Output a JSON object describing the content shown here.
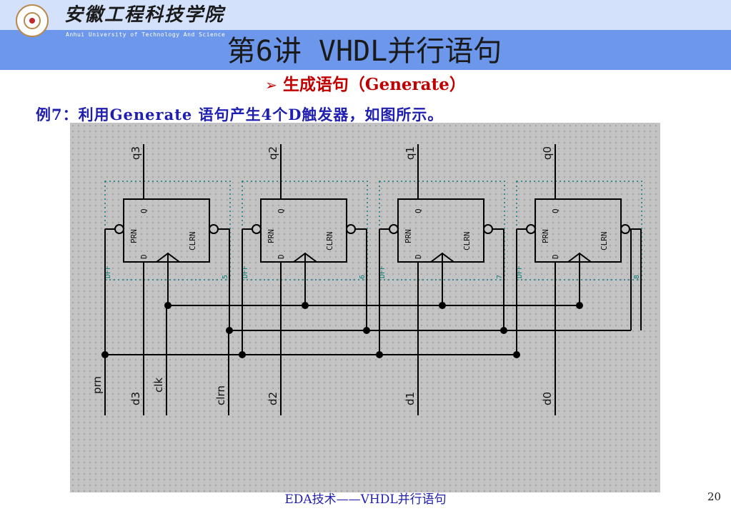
{
  "header": {
    "university_name": "安徽工程科技学院",
    "university_name_en": "Anhui University of Technology And Science",
    "slide_title": "第6讲   VHDL并行语句"
  },
  "subtitle": {
    "bullet": "➢",
    "text": "生成语句（Generate）"
  },
  "example_text": "例7：利用Generate 语句产生4个D触发器，如图所示。",
  "diagram": {
    "flipflops": [
      {
        "name": "DFF",
        "pin_prn": "PRN",
        "pin_q": "Q",
        "pin_clrn": "CLRN",
        "pin_d": "D",
        "instance": "5",
        "output": "q3",
        "input": "d3"
      },
      {
        "name": "DFF",
        "pin_prn": "PRN",
        "pin_q": "Q",
        "pin_clrn": "CLRN",
        "pin_d": "D",
        "instance": "6",
        "output": "q2",
        "input": "d2"
      },
      {
        "name": "DFF",
        "pin_prn": "PRN",
        "pin_q": "Q",
        "pin_clrn": "CLRN",
        "pin_d": "D",
        "instance": "7",
        "output": "q1",
        "input": "d1"
      },
      {
        "name": "DFF",
        "pin_prn": "PRN",
        "pin_q": "Q",
        "pin_clrn": "CLRN",
        "pin_d": "D",
        "instance": "8",
        "output": "q0",
        "input": "d0"
      }
    ],
    "signals": {
      "prn": "prn",
      "clk": "clk",
      "clrn": "clrn"
    }
  },
  "footer": {
    "text": "EDA技术——VHDL并行语句",
    "page_number": "20"
  },
  "colors": {
    "header_light": "#d3e1fa",
    "header_bar": "#6d97ea",
    "subtitle": "#c00000",
    "example": "#1f1fb0",
    "diagram_bg": "#c3c3c3"
  }
}
